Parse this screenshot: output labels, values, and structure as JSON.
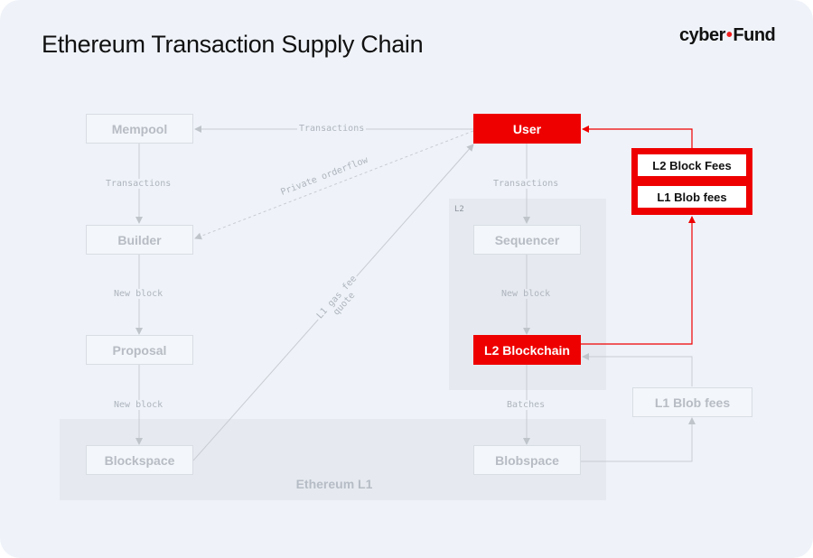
{
  "title": "Ethereum Transaction Supply Chain",
  "brand": {
    "left": "cyber",
    "dot": "•",
    "right": "Fund"
  },
  "colors": {
    "accent": "#ef0000",
    "muted": "#b7bcc4",
    "background": "#eff3f9"
  },
  "regions": {
    "l1": "Ethereum L1",
    "l2": "L2"
  },
  "nodes": {
    "mempool": "Mempool",
    "builder": "Builder",
    "proposal": "Proposal",
    "blockspace": "Blockspace",
    "user": "User",
    "sequencer": "Sequencer",
    "l2_blockchain": "L2 Blockchain",
    "blobspace": "Blobspace",
    "l1_blob_fees_source": "L1 Blob fees"
  },
  "fees": {
    "l2_block_fees": "L2 Block Fees",
    "l1_blob_fees": "L1 Blob fees"
  },
  "edges": {
    "user_to_mempool": "Transactions",
    "mempool_to_builder": "Transactions",
    "private_orderflow": "Private orderflow",
    "builder_to_proposal": "New block",
    "proposal_to_blockspace": "New block",
    "gas_quote_line1": "L1 gas fee",
    "gas_quote_line2": "quote",
    "user_to_sequencer": "Transactions",
    "sequencer_to_l2": "New block",
    "l2_to_blobspace": "Batches"
  }
}
